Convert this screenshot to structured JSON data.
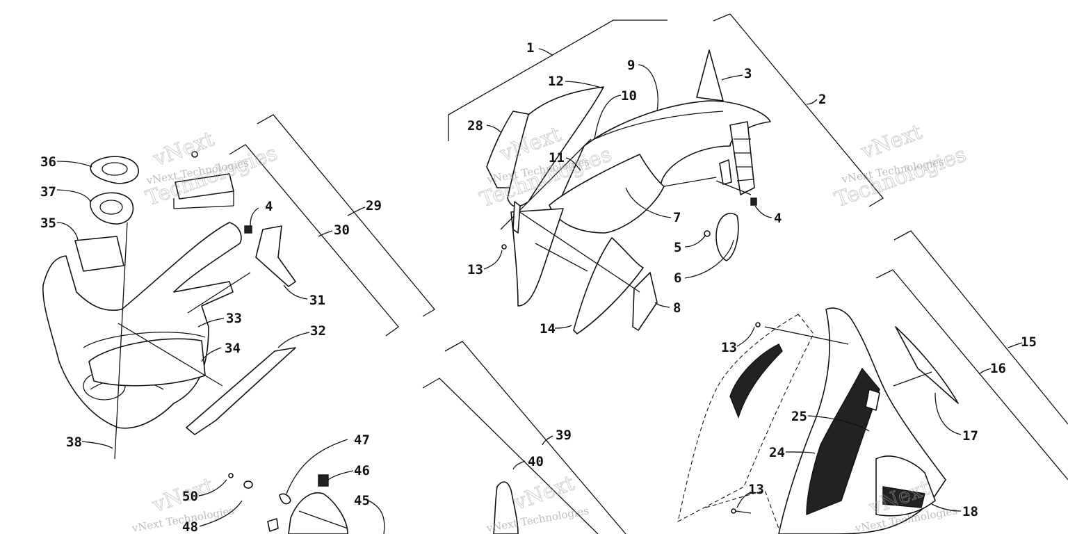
{
  "watermark": {
    "line1": "vNext",
    "line2": "vNext Technologies",
    "line3": "Technologies"
  },
  "callouts": [
    {
      "id": "c1",
      "label": "1"
    },
    {
      "id": "c2",
      "label": "2"
    },
    {
      "id": "c3",
      "label": "3"
    },
    {
      "id": "c4a",
      "label": "4"
    },
    {
      "id": "c4b",
      "label": "4"
    },
    {
      "id": "c5",
      "label": "5"
    },
    {
      "id": "c6",
      "label": "6"
    },
    {
      "id": "c7",
      "label": "7"
    },
    {
      "id": "c8",
      "label": "8"
    },
    {
      "id": "c9",
      "label": "9"
    },
    {
      "id": "c10",
      "label": "10"
    },
    {
      "id": "c11",
      "label": "11"
    },
    {
      "id": "c12",
      "label": "12"
    },
    {
      "id": "c13a",
      "label": "13"
    },
    {
      "id": "c13b",
      "label": "13"
    },
    {
      "id": "c13c",
      "label": "13"
    },
    {
      "id": "c14",
      "label": "14"
    },
    {
      "id": "c15",
      "label": "15"
    },
    {
      "id": "c16",
      "label": "16"
    },
    {
      "id": "c17",
      "label": "17"
    },
    {
      "id": "c18",
      "label": "18"
    },
    {
      "id": "c24",
      "label": "24"
    },
    {
      "id": "c25",
      "label": "25"
    },
    {
      "id": "c28",
      "label": "28"
    },
    {
      "id": "c29",
      "label": "29"
    },
    {
      "id": "c30",
      "label": "30"
    },
    {
      "id": "c31",
      "label": "31"
    },
    {
      "id": "c32",
      "label": "32"
    },
    {
      "id": "c33",
      "label": "33"
    },
    {
      "id": "c34",
      "label": "34"
    },
    {
      "id": "c35",
      "label": "35"
    },
    {
      "id": "c36",
      "label": "36"
    },
    {
      "id": "c37",
      "label": "37"
    },
    {
      "id": "c38",
      "label": "38"
    },
    {
      "id": "c39",
      "label": "39"
    },
    {
      "id": "c40",
      "label": "40"
    },
    {
      "id": "c45",
      "label": "45"
    },
    {
      "id": "c46",
      "label": "46"
    },
    {
      "id": "c47",
      "label": "47"
    },
    {
      "id": "c48",
      "label": "48"
    },
    {
      "id": "c50",
      "label": "50"
    }
  ]
}
